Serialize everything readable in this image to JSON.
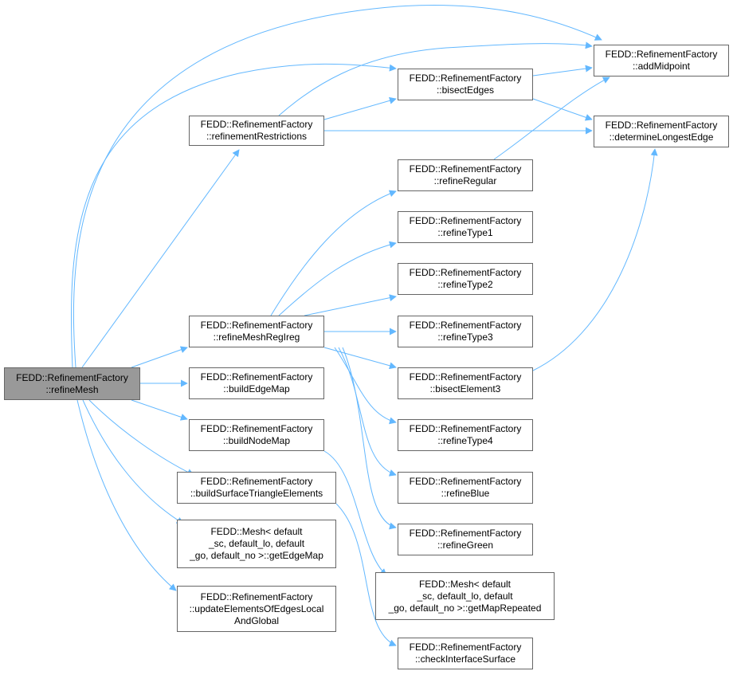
{
  "graph": {
    "edge_color": "#63b8ff",
    "root_fill": "#999999",
    "node_border": "#666666",
    "nodes": {
      "refineMesh": [
        "FEDD::RefinementFactory",
        "::refineMesh"
      ],
      "refinementRestrictions": [
        "FEDD::RefinementFactory",
        "::refinementRestrictions"
      ],
      "refineMeshRegIreg": [
        "FEDD::RefinementFactory",
        "::refineMeshRegIreg"
      ],
      "buildEdgeMap": [
        "FEDD::RefinementFactory",
        "::buildEdgeMap"
      ],
      "buildNodeMap": [
        "FEDD::RefinementFactory",
        "::buildNodeMap"
      ],
      "buildSurfaceTriangleElements": [
        "FEDD::RefinementFactory",
        "::buildSurfaceTriangleElements"
      ],
      "getEdgeMap": [
        "FEDD::Mesh< default",
        "_sc, default_lo, default",
        "_go, default_no >::getEdgeMap"
      ],
      "updateElementsOfEdgesLocalAndGlobal": [
        "FEDD::RefinementFactory",
        "::updateElementsOfEdgesLocal",
        "AndGlobal"
      ],
      "bisectEdges": [
        "FEDD::RefinementFactory",
        "::bisectEdges"
      ],
      "refineRegular": [
        "FEDD::RefinementFactory",
        "::refineRegular"
      ],
      "refineType1": [
        "FEDD::RefinementFactory",
        "::refineType1"
      ],
      "refineType2": [
        "FEDD::RefinementFactory",
        "::refineType2"
      ],
      "refineType3": [
        "FEDD::RefinementFactory",
        "::refineType3"
      ],
      "bisectElement3": [
        "FEDD::RefinementFactory",
        "::bisectElement3"
      ],
      "refineType4": [
        "FEDD::RefinementFactory",
        "::refineType4"
      ],
      "refineBlue": [
        "FEDD::RefinementFactory",
        "::refineBlue"
      ],
      "refineGreen": [
        "FEDD::RefinementFactory",
        "::refineGreen"
      ],
      "getMapRepeated": [
        "FEDD::Mesh< default",
        "_sc, default_lo, default",
        "_go, default_no >::getMapRepeated"
      ],
      "checkInterfaceSurface": [
        "FEDD::RefinementFactory",
        "::checkInterfaceSurface"
      ],
      "addMidpoint": [
        "FEDD::RefinementFactory",
        "::addMidpoint"
      ],
      "determineLongestEdge": [
        "FEDD::RefinementFactory",
        "::determineLongestEdge"
      ]
    },
    "edges": [
      [
        "refineMesh",
        "addMidpoint"
      ],
      [
        "refineMesh",
        "bisectEdges"
      ],
      [
        "refineMesh",
        "refinementRestrictions"
      ],
      [
        "refineMesh",
        "refineMeshRegIreg"
      ],
      [
        "refineMesh",
        "buildEdgeMap"
      ],
      [
        "refineMesh",
        "buildNodeMap"
      ],
      [
        "refineMesh",
        "buildSurfaceTriangleElements"
      ],
      [
        "refineMesh",
        "getEdgeMap"
      ],
      [
        "refineMesh",
        "updateElementsOfEdgesLocalAndGlobal"
      ],
      [
        "refinementRestrictions",
        "addMidpoint"
      ],
      [
        "refinementRestrictions",
        "bisectEdges"
      ],
      [
        "refinementRestrictions",
        "determineLongestEdge"
      ],
      [
        "bisectEdges",
        "addMidpoint"
      ],
      [
        "bisectEdges",
        "determineLongestEdge"
      ],
      [
        "refineRegular",
        "addMidpoint"
      ],
      [
        "bisectElement3",
        "determineLongestEdge"
      ],
      [
        "refineMeshRegIreg",
        "refineRegular"
      ],
      [
        "refineMeshRegIreg",
        "refineType1"
      ],
      [
        "refineMeshRegIreg",
        "refineType2"
      ],
      [
        "refineMeshRegIreg",
        "refineType3"
      ],
      [
        "refineMeshRegIreg",
        "bisectElement3"
      ],
      [
        "refineMeshRegIreg",
        "refineType4"
      ],
      [
        "refineMeshRegIreg",
        "refineBlue"
      ],
      [
        "refineMeshRegIreg",
        "refineGreen"
      ],
      [
        "buildNodeMap",
        "getMapRepeated"
      ],
      [
        "buildSurfaceTriangleElements",
        "checkInterfaceSurface"
      ]
    ]
  }
}
